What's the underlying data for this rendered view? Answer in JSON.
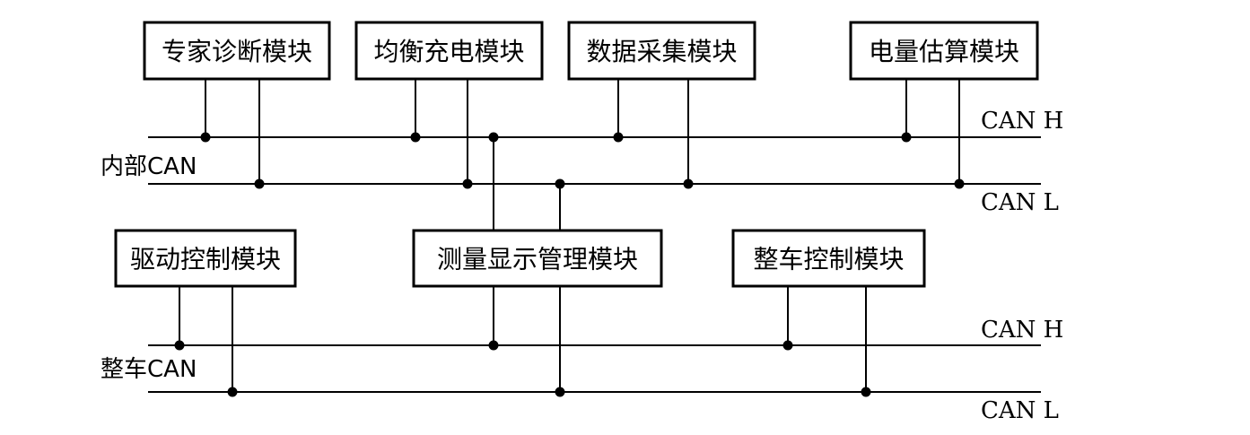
{
  "internal_network": {
    "label": "内部CAN",
    "high_label": "CAN H",
    "low_label": "CAN L"
  },
  "vehicle_network": {
    "label": "整车CAN",
    "high_label": "CAN H",
    "low_label": "CAN L"
  },
  "modules": {
    "expert_diagnosis": "专家诊断模块",
    "balanced_charging": "均衡充电模块",
    "data_acquisition": "数据采集模块",
    "charge_estimation": "电量估算模块",
    "drive_control": "驱动控制模块",
    "measurement_display": "测量显示管理模块",
    "vehicle_control": "整车控制模块"
  },
  "colors": {
    "line": "#000000",
    "background": "#ffffff"
  }
}
